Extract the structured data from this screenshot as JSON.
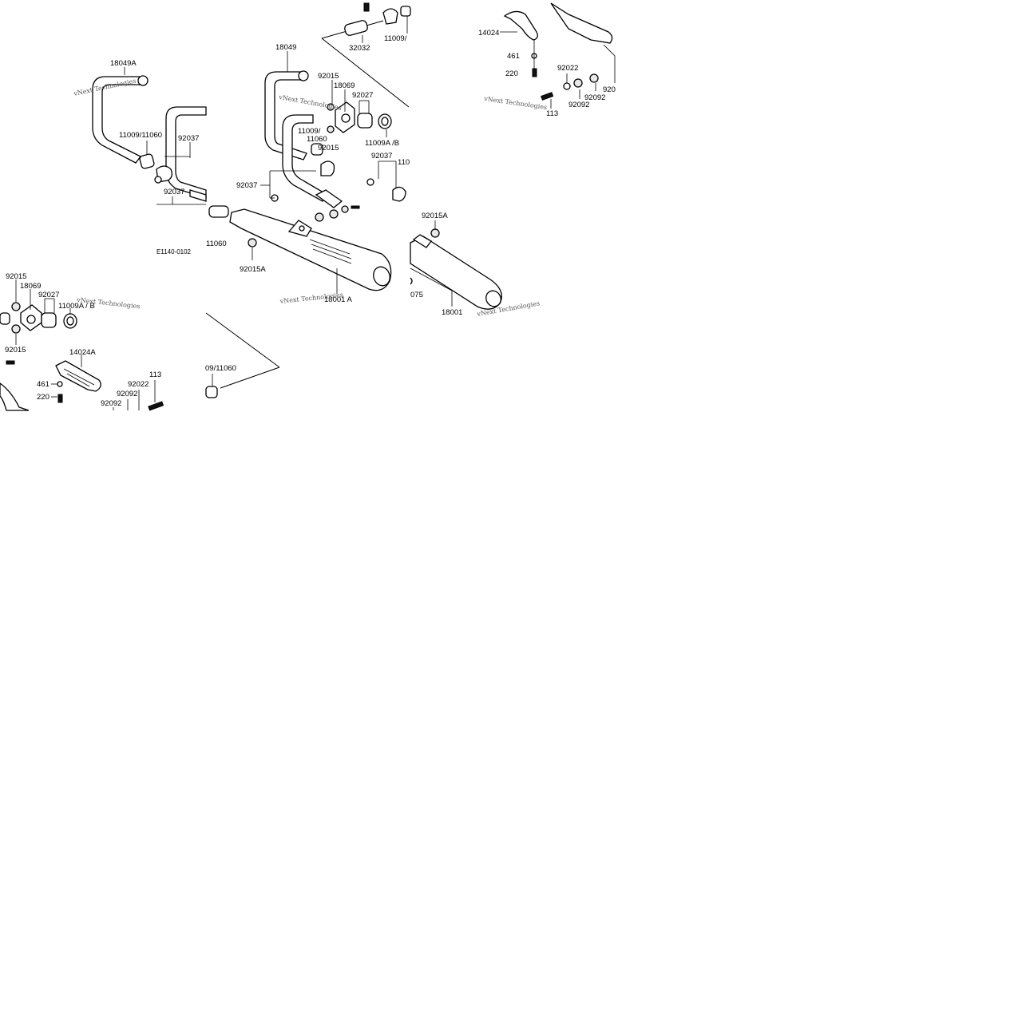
{
  "diagram": {
    "drawing_code": "E1140-0102",
    "watermark": "vNext Technologies",
    "labels": {
      "p18049A": "18049A",
      "p11009_11060_left": "11009/11060",
      "p92037_left_a": "92037",
      "p92037_left_b": "92037",
      "p18049": "18049",
      "p92015_mid": "92015",
      "p18069_mid": "18069",
      "p92027_mid": "92027",
      "p11009_mid": "11009/",
      "p11060_mid": "11060",
      "p92015_mid_b": "92015",
      "p11009AB_mid": "11009A /B",
      "p92037_mid": "92037",
      "p92037_right": "92037",
      "p1100_cut": "110",
      "p32032": "32032",
      "p11009_top": "11009/",
      "p14024": "14024",
      "p461_top": "461",
      "p220_top": "220",
      "p92022_top": "92022",
      "p92092_top": "92092",
      "p92092_top_b": "92092",
      "p920_cut": "920",
      "p113_top": "113",
      "p92015A_right": "92015A",
      "p18001": "18001",
      "p075_cut": "075",
      "p11060_cut": "11060",
      "p92015A_mid": "92015A",
      "p18001A": "18001 A",
      "p92015_bl": "92015",
      "p18069_bl": "18069",
      "p92027_bl": "92027",
      "p11009AB_bl": "11009A / B",
      "p92015_bl_b": "92015",
      "p14024A": "14024A",
      "p461_bl": "461",
      "p220_bl": "220",
      "p92022_bl": "92022",
      "p92092_bl": "92092",
      "p92092_bl_b": "92092",
      "p113_bl": "113",
      "p09_11060_cut": "09/11060"
    }
  }
}
